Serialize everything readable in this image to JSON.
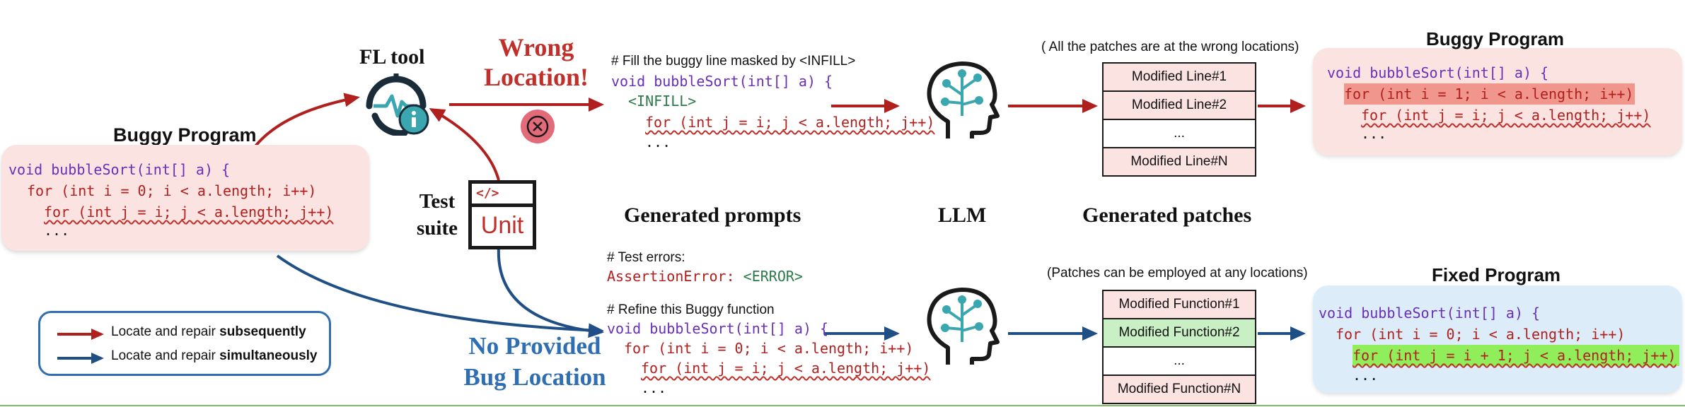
{
  "left_program": {
    "title": "Buggy Program",
    "lines": [
      "void bubbleSort(int[] a) {",
      "for (int i = 0; i < a.length; i++)",
      "for (int j = i; j < a.length; j++)",
      "..."
    ]
  },
  "fl_tool": {
    "label": "FL tool"
  },
  "wrong_location": {
    "line1": "Wrong",
    "line2": "Location!"
  },
  "test_suite": {
    "label_line1": "Test",
    "label_line2": "suite",
    "icon_tag": "</>",
    "icon_text": "Unit"
  },
  "top_prompt": {
    "comment": "# Fill the buggy line masked by <INFILL>",
    "signature": "void bubbleSort(int[] a) {",
    "infill": "<INFILL>",
    "inner_loop": "for (int j = i; j < a.length; j++)",
    "ellipsis": "..."
  },
  "bottom_prompt": {
    "comment1": "# Test errors:",
    "error_type": "AssertionError:",
    "error_tag": "<ERROR>",
    "comment2": "# Refine this Buggy function",
    "signature": "void bubbleSort(int[] a) {",
    "outer_loop": "for (int i = 0; i < a.length; i++)",
    "inner_loop": "for (int j = i; j < a.length; j++)",
    "ellipsis": "..."
  },
  "section_labels": {
    "prompts": "Generated prompts",
    "llm": "LLM",
    "patches": "Generated patches"
  },
  "top_patches": {
    "caption": "( All the patches are at the wrong locations)",
    "items": [
      "Modified Line#1",
      "Modified Line#2",
      "...",
      "Modified Line#N"
    ]
  },
  "bottom_patches": {
    "caption": "(Patches can be employed at any locations)",
    "items": [
      "Modified Function#1",
      "Modified Function#2",
      "...",
      "Modified Function#N"
    ]
  },
  "buggy_result": {
    "title": "Buggy Program",
    "signature": "void bubbleSort(int[] a) {",
    "outer_loop": "for (int i = 1; i < a.length; i++)",
    "inner_loop": "for (int j = i; j < a.length; j++)",
    "ellipsis": "..."
  },
  "fixed_result": {
    "title": "Fixed Program",
    "signature": "void bubbleSort(int[] a) {",
    "outer_loop": "for (int i = 0; i < a.length; i++)",
    "inner_loop": "for (int j = i + 1; j < a.length; j++)",
    "ellipsis": "..."
  },
  "no_location": {
    "line1": "No Provided",
    "line2": "Bug Location"
  },
  "legend": {
    "items": [
      {
        "prefix": "Locate and repair ",
        "bold": "subsequently",
        "color": "#b0201e"
      },
      {
        "prefix": "Locate and repair ",
        "bold": "simultaneously",
        "color": "#1f4f85"
      }
    ]
  },
  "colors": {
    "red_arrow": "#b0201e",
    "blue_arrow": "#1f4f85",
    "buggy_bg": "#fbe3e1",
    "fixed_bg": "#dcecf9",
    "highlight_red": "#f0968c",
    "highlight_green": "#90ee5a",
    "patch_green": "#c9efc4",
    "patch_pink": "#fbe3e1"
  },
  "icons": [
    "fl-tool-gauge-icon",
    "info-icon",
    "error-x-icon",
    "unit-test-icon",
    "brain-head-icon"
  ]
}
